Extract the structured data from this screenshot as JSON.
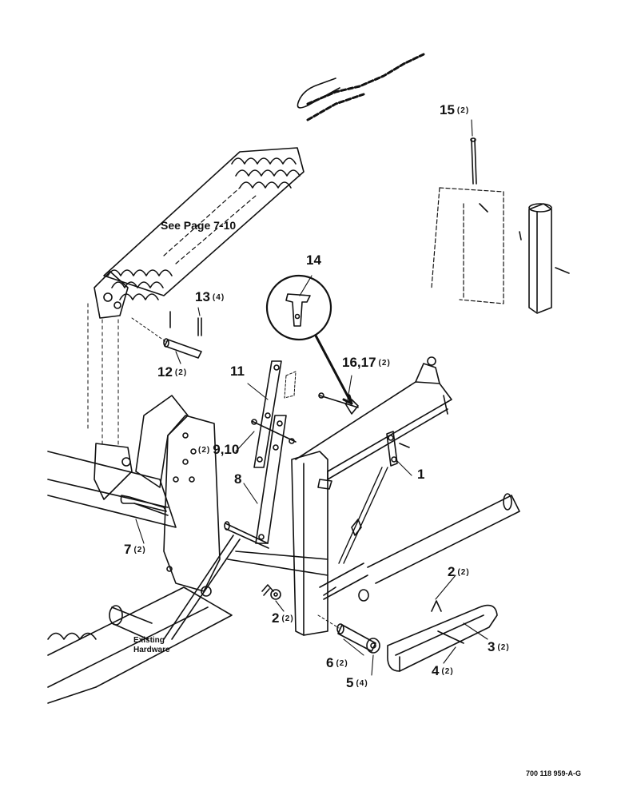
{
  "reference_note": "See Page 7-10",
  "existing_hardware": {
    "line1": "Existing",
    "line2": "Hardware"
  },
  "drawing_number": "700 118 959-A-G",
  "callouts": {
    "c1": {
      "num": "1",
      "qty": ""
    },
    "c2a": {
      "num": "2",
      "qty": "(2)"
    },
    "c2b": {
      "num": "2",
      "qty": "(2)"
    },
    "c3": {
      "num": "3",
      "qty": "(2)"
    },
    "c4": {
      "num": "4",
      "qty": "(2)"
    },
    "c5": {
      "num": "5",
      "qty": "(4)"
    },
    "c6": {
      "num": "6",
      "qty": "(2)"
    },
    "c7": {
      "num": "7",
      "qty": "(2)"
    },
    "c8": {
      "num": "8",
      "qty": ""
    },
    "c910": {
      "num": "9,10",
      "qty": "(2)"
    },
    "c11": {
      "num": "11",
      "qty": ""
    },
    "c12": {
      "num": "12",
      "qty": "(2)"
    },
    "c13": {
      "num": "13",
      "qty": "(4)"
    },
    "c14": {
      "num": "14",
      "qty": ""
    },
    "c15": {
      "num": "15",
      "qty": "(2)"
    },
    "c1617": {
      "num": "16,17",
      "qty": "(2)"
    }
  }
}
